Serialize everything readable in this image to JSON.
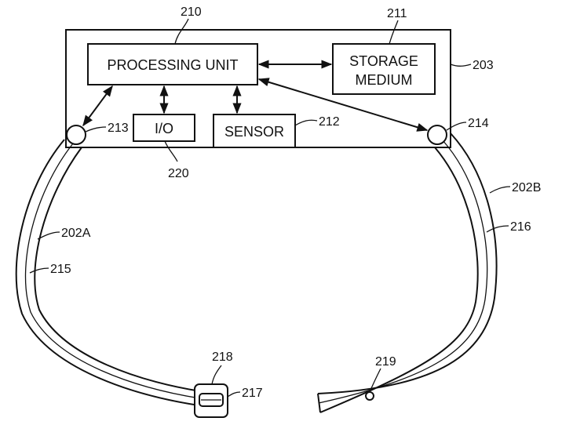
{
  "components": {
    "processing_unit": "PROCESSING UNIT",
    "storage_medium_line1": "STORAGE",
    "storage_medium_line2": "MEDIUM",
    "io": "I/O",
    "sensor": "SENSOR"
  },
  "refs": {
    "housing": "203",
    "processing_unit": "210",
    "storage_medium": "211",
    "sensor": "212",
    "connector_left": "213",
    "connector_right": "214",
    "io": "220",
    "band_left": "202A",
    "band_right": "202B",
    "wire_left": "215",
    "wire_right": "216",
    "buckle": "217",
    "loop": "218",
    "hole": "219"
  }
}
